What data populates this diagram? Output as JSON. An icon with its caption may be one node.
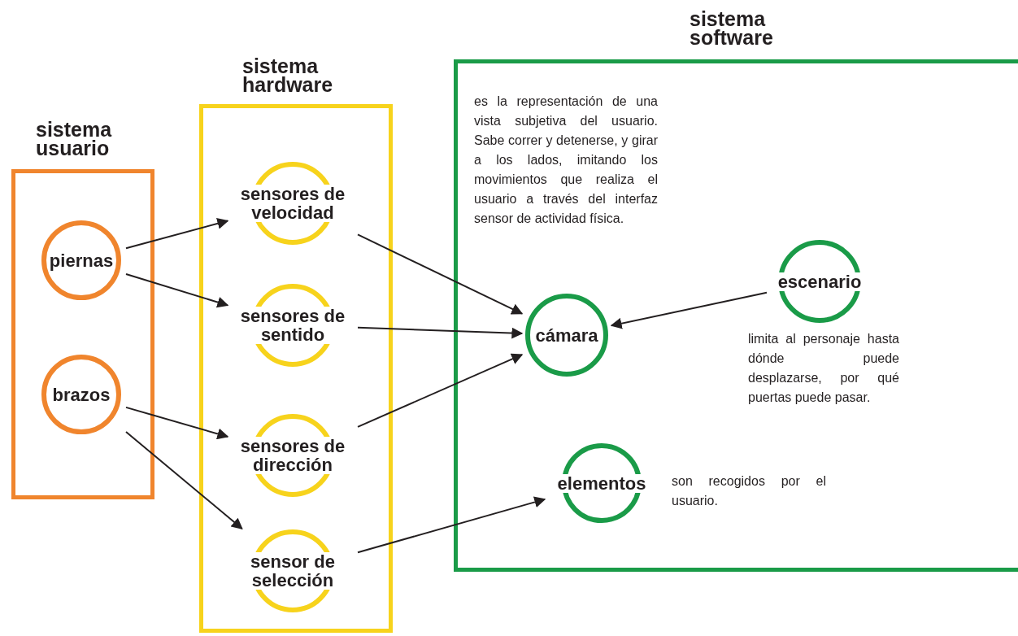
{
  "diagram": {
    "nodes": [
      {
        "text": [
          "sistema usuario"
        ]
      },
      {
        "text": [
          "piernas"
        ],
        "in": 0
      },
      {
        "text": [
          "brazos"
        ],
        "in": 0
      },
      {
        "text": [
          "sistema hardware"
        ]
      },
      {
        "text": [
          "sensores de velocidad"
        ],
        "in": 3
      },
      {
        "text": [
          "sensores de sentido"
        ],
        "in": 3
      },
      {
        "text": [
          "sensores de dirección"
        ],
        "in": 3
      },
      {
        "text": [
          "sensor de selección"
        ],
        "in": 3
      },
      {
        "text": [
          "sistema software"
        ]
      },
      {
        "text": [
          "cámara"
        ],
        "in": 8
      },
      {
        "text": [
          "escenario"
        ],
        "in": 8,
        "beside": [
          "limita al personaje hasta dónde puede desplazarse, por qué puertas puede pasar."
        ]
      },
      {
        "text": [
          "elementos"
        ],
        "in": 8,
        "beside": [
          "son recogidos por el usuario."
        ]
      }
    ],
    "edges": [
      {
        "from": 1,
        "to": 4,
        "arrow": "to"
      },
      {
        "from": 1,
        "to": 5,
        "arrow": "to"
      },
      {
        "from": 2,
        "to": 6,
        "arrow": "to"
      },
      {
        "from": 2,
        "to": 7,
        "arrow": "to"
      },
      {
        "from": 4,
        "to": 9,
        "arrow": "to"
      },
      {
        "from": 5,
        "to": 9,
        "arrow": "to"
      },
      {
        "from": 6,
        "to": 9,
        "arrow": "to"
      },
      {
        "from": 10,
        "to": 9,
        "arrow": "to"
      },
      {
        "from": 7,
        "to": 11,
        "arrow": "to"
      }
    ],
    "labels": [
      "es la representación de una vista subjetiva del usuario. Sabe correr y detenerse, y girar a los lados, imitando los movimientos que realiza el usuario a través del interfaz sensor de actividad física."
    ]
  }
}
